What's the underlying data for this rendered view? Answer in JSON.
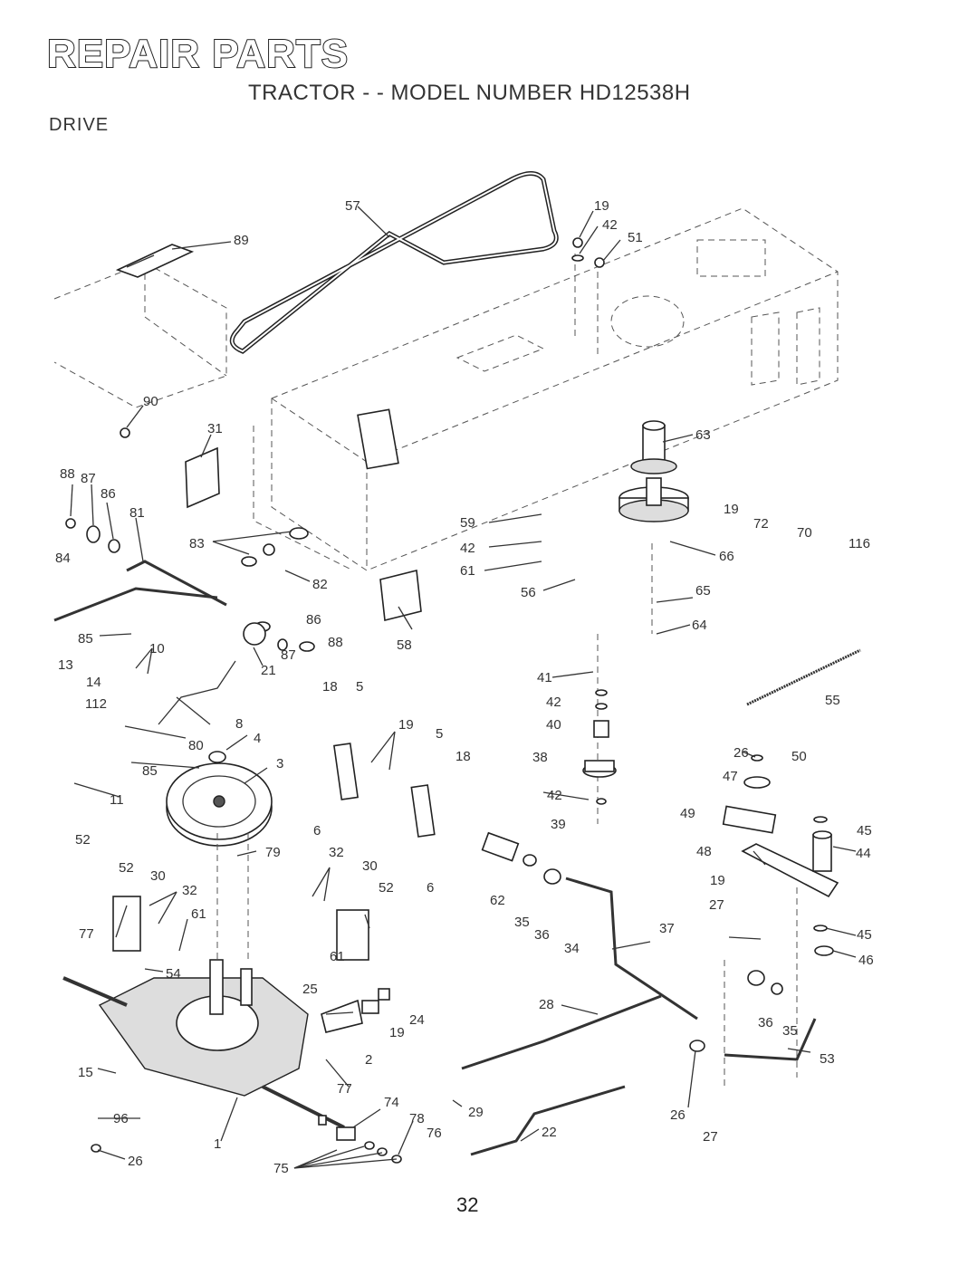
{
  "header": {
    "title": "REPAIR PARTS",
    "subtitle": "TRACTOR - - MODEL NUMBER HD12538H",
    "section": "DRIVE"
  },
  "page_number": "32",
  "callouts": {
    "c57": "57",
    "c19a": "19",
    "c42a": "42",
    "c51": "51",
    "c89": "89",
    "c90": "90",
    "c31": "31",
    "c63": "63",
    "c88a": "88",
    "c87a": "87",
    "c86a": "86",
    "c81": "81",
    "c19b": "19",
    "c72": "72",
    "c70": "70",
    "c116": "116",
    "c84": "84",
    "c83": "83",
    "c59": "59",
    "c42b": "42",
    "c66": "66",
    "c61a": "61",
    "c82": "82",
    "c56": "56",
    "c65": "65",
    "c86b": "86",
    "c85a": "85",
    "c88b": "88",
    "c58": "58",
    "c64": "64",
    "c13": "13",
    "c10": "10",
    "c14": "14",
    "c21": "21",
    "c87b": "87",
    "c18a": "18",
    "c5a": "5",
    "c55": "55",
    "c112": "112",
    "c41": "41",
    "c42c": "42",
    "c8": "8",
    "c19c": "19",
    "c5b": "5",
    "c40": "40",
    "c80": "80",
    "c4": "4",
    "c18b": "18",
    "c38": "38",
    "c26a": "26",
    "c50": "50",
    "c85b": "85",
    "c3": "3",
    "c47": "47",
    "c11": "11",
    "c42d": "42",
    "c6a": "6",
    "c39": "39",
    "c49": "49",
    "c45a": "45",
    "c52a": "52",
    "c79": "79",
    "c32a": "32",
    "c30a": "30",
    "c48": "48",
    "c44": "44",
    "c52b": "52",
    "c30b": "30",
    "c32b": "32",
    "c52c": "52",
    "c6b": "6",
    "c62": "62",
    "c19d": "19",
    "c61b": "61",
    "c35a": "35",
    "c36a": "36",
    "c34": "34",
    "c27a": "27",
    "c77a": "77",
    "c61c": "61",
    "c37": "37",
    "c45b": "45",
    "c54": "54",
    "c46": "46",
    "c25": "25",
    "c24": "24",
    "c19e": "19",
    "c28": "28",
    "c36b": "36",
    "c35b": "35",
    "c2": "2",
    "c53": "53",
    "c15": "15",
    "c77b": "77",
    "c74": "74",
    "c29": "29",
    "c96": "96",
    "c78": "78",
    "c76": "76",
    "c22": "22",
    "c26b": "26",
    "c1": "1",
    "c27b": "27",
    "c26c": "26",
    "c75": "75"
  }
}
